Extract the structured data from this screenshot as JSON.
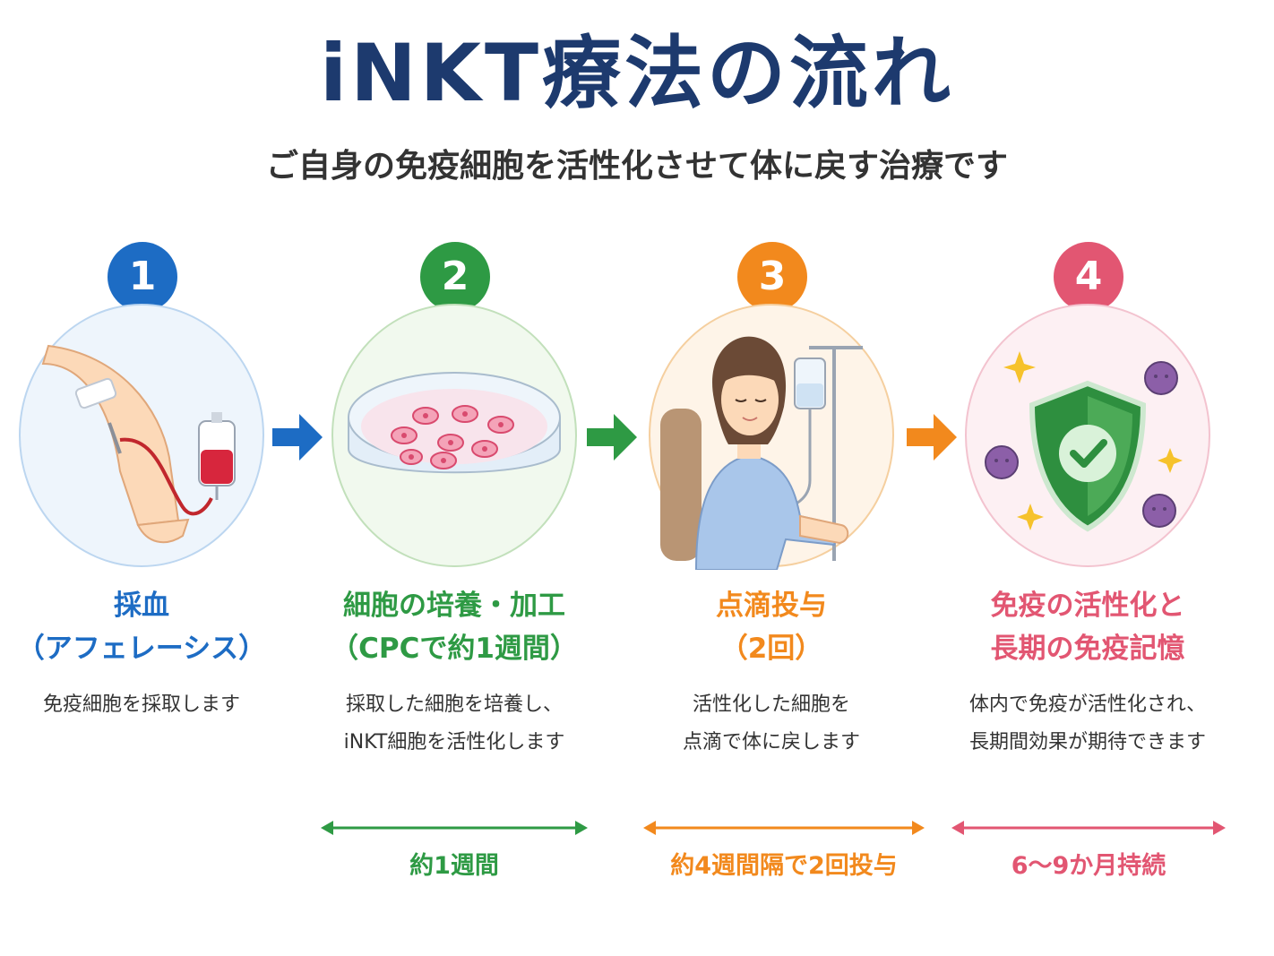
{
  "title": "iNKT療法の流れ",
  "subtitle": "ご自身の免疫細胞を活性化させて体に戻す治療です",
  "colors": {
    "title": "#1d3a6e",
    "step1": "#1d6cc4",
    "step2": "#2e9a44",
    "step3": "#f2891d",
    "step4": "#e25672"
  },
  "steps": [
    {
      "number": "1",
      "title_line1": "採血",
      "title_line2": "（アフェレーシス）",
      "desc_line1": "免疫細胞を採取します",
      "desc_line2": "",
      "icon": "blood-draw-icon"
    },
    {
      "number": "2",
      "title_line1": "細胞の培養・加工",
      "title_line2": "（CPCで約1週間）",
      "desc_line1": "採取した細胞を培養し、",
      "desc_line2": "iNKT細胞を活性化します",
      "icon": "petri-dish-icon"
    },
    {
      "number": "3",
      "title_line1": "点滴投与",
      "title_line2": "（2回）",
      "desc_line1": "活性化した細胞を",
      "desc_line2": "点滴で体に戻します",
      "icon": "iv-drip-patient-icon"
    },
    {
      "number": "4",
      "title_line1": "免疫の活性化と",
      "title_line2": "長期の免疫記憶",
      "desc_line1": "体内で免疫が活性化され、",
      "desc_line2": "長期間効果が期待できます",
      "icon": "shield-check-icon"
    }
  ],
  "durations": [
    {
      "label": "約1週間"
    },
    {
      "label": "約4週間隔で2回投与"
    },
    {
      "label": "6～9か月持続"
    }
  ]
}
